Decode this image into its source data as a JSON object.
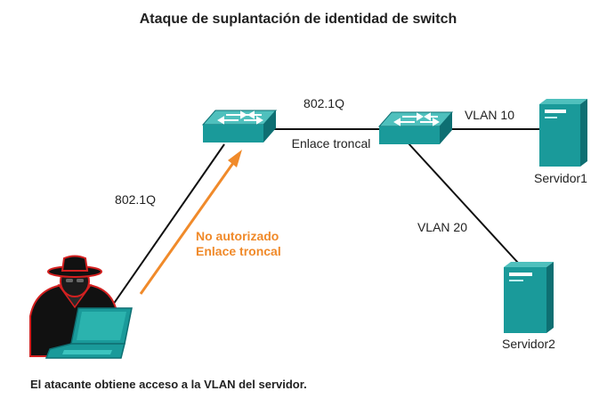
{
  "title": "Ataque de suplantación de identidad de switch",
  "caption": "El atacante obtiene acceso a la VLAN del servidor.",
  "labels": {
    "dot1q_top": "802.1Q",
    "dot1q_left": "802.1Q",
    "trunk_link": "Enlace troncal",
    "vlan10": "VLAN 10",
    "vlan20": "VLAN 20",
    "unauthorized_line1": "No autorizado",
    "unauthorized_line2": "Enlace troncal"
  },
  "servers": {
    "server1": "Servidor1",
    "server2": "Servidor2"
  },
  "colors": {
    "device_teal": "#1a9a9a",
    "device_dark": "#0e6f72",
    "link": "#111111",
    "attack": "#f08a2a",
    "attacker_outline": "#d42020"
  },
  "icons": {
    "switch": "switch-icon",
    "server": "server-icon",
    "attacker": "hacker-icon",
    "laptop": "laptop-icon"
  }
}
